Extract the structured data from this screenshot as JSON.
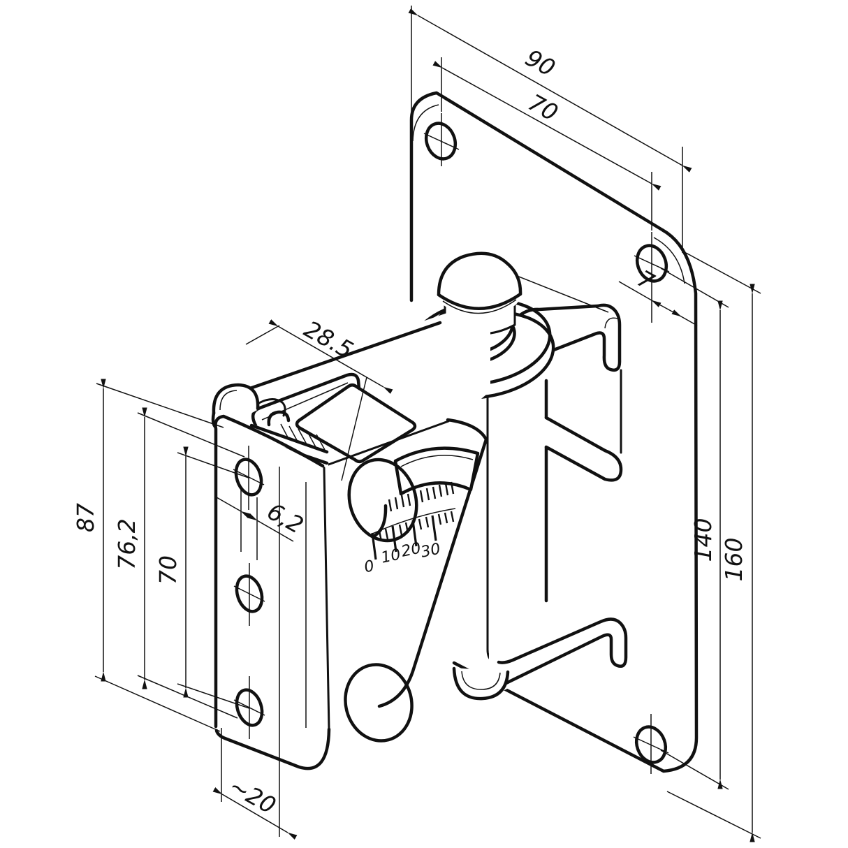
{
  "drawing": {
    "dimensions": {
      "plate_width": "90",
      "top_hole_spacing": "70",
      "hole_to_edge": "7",
      "hole_row_spacing": "140",
      "plate_height": "160",
      "clamp_height": "87",
      "slot_outer_span": "76,2",
      "slot_spacing": "70",
      "channel_offset": "28.5",
      "slot_width": "6,2",
      "clamp_depth": "~20"
    },
    "tilt_scale": {
      "tick_labels": [
        "0",
        "10",
        "20",
        "30"
      ]
    },
    "colors": {
      "line": "#111111",
      "background": "#ffffff"
    }
  }
}
